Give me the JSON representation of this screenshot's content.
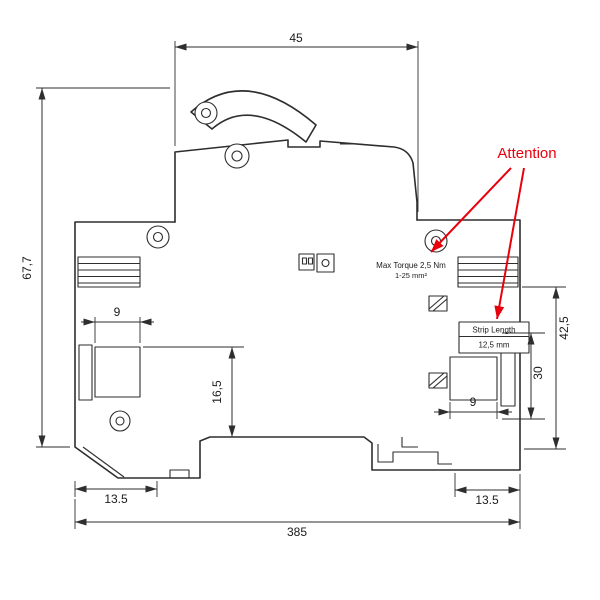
{
  "page": {
    "title": "Circuit breaker dimensional drawing"
  },
  "colors": {
    "line": "#2e2e2e",
    "attention_red": "#e8000d",
    "background": "#ffffff"
  },
  "dimensions": {
    "top_width": "45",
    "overall_height": "67,7",
    "left_terminal_width": "9",
    "left_terminal_depth": "16,5",
    "left_foot_offset": "13.5",
    "overall_width": "385",
    "right_height": "42,5",
    "right_depth": "30",
    "right_terminal_width": "9",
    "right_foot_offset": "13.5"
  },
  "labels": {
    "attention": "Attention",
    "max_torque_line1": "Max Torque 2,5 Nm",
    "max_torque_line2": "1-25 mm²",
    "strip_length_title": "Strip Length",
    "strip_length_value": "12,5 mm"
  }
}
